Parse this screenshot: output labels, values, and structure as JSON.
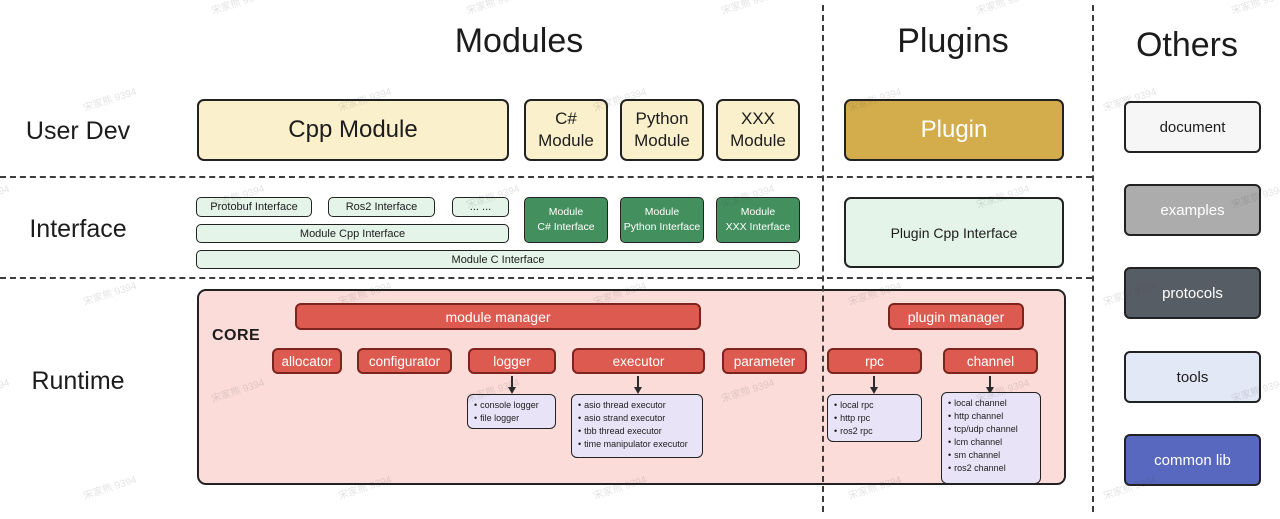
{
  "watermark": {
    "text": "宋家熊 9394"
  },
  "colors": {
    "cream": "#FAF0CB",
    "gold": "#D3AC4B",
    "green-light": "#E4F4E8",
    "green-dark": "#43905E",
    "red": "#DC5A50",
    "red-border": "#7E241E",
    "pink": "#FBDCD9",
    "lavender": "#E8E3F6",
    "doc-bg": "#F6F6F6",
    "examples-bg": "#ACACAC",
    "protocols-bg": "#575D65",
    "tools-bg": "#E3E8F6",
    "commonlib-bg": "#5768BE",
    "border-dark": "#222222",
    "text-dark": "#1C1C1C"
  },
  "headers": {
    "modules": "Modules",
    "plugins": "Plugins",
    "others": "Others"
  },
  "row_labels": {
    "user_dev": "User Dev",
    "interface": "Interface",
    "runtime": "Runtime"
  },
  "user_dev": {
    "cpp_module": "Cpp Module",
    "csharp_module": "C# Module",
    "python_module": "Python Module",
    "xxx_module": "XXX Module",
    "plugin": "Plugin"
  },
  "interface": {
    "protobuf": "Protobuf Interface",
    "ros2": "Ros2 Interface",
    "dots": "... ...",
    "module_cpp": "Module Cpp Interface",
    "module_c": "Module C Interface",
    "lang": [
      [
        "Module",
        "C# Interface"
      ],
      [
        "Module",
        "Python Interface"
      ],
      [
        "Module",
        "XXX Interface"
      ]
    ],
    "plugin_cpp": "Plugin Cpp Interface"
  },
  "runtime": {
    "core": "CORE",
    "module_manager": "module manager",
    "plugin_manager": "plugin manager",
    "components": [
      "allocator",
      "configurator",
      "logger",
      "executor",
      "parameter",
      "rpc",
      "channel"
    ],
    "logger_items": [
      "console logger",
      "file logger"
    ],
    "executor_items": [
      "asio thread executor",
      "asio strand executor",
      "tbb thread executor",
      "time manipulator executor"
    ],
    "rpc_items": [
      "local rpc",
      "http rpc",
      "ros2 rpc"
    ],
    "channel_items": [
      "local channel",
      "http channel",
      "tcp/udp channel",
      "lcm channel",
      "sm channel",
      "ros2 channel"
    ]
  },
  "others": {
    "items": [
      "document",
      "examples",
      "protocols",
      "tools",
      "common lib"
    ]
  }
}
